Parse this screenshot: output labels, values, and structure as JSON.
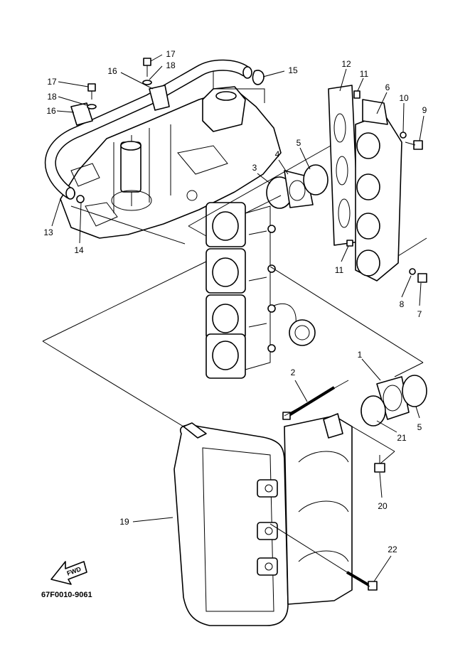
{
  "diagram_code": "67F0010-9061",
  "fwd_label": "FWD",
  "callouts": {
    "c1": "1",
    "c2": "2",
    "c3": "3",
    "c4": "4",
    "c5a": "5",
    "c5b": "5",
    "c6": "6",
    "c7": "7",
    "c8": "8",
    "c9": "9",
    "c10": "10",
    "c11a": "11",
    "c11b": "11",
    "c12": "12",
    "c13": "13",
    "c14": "14",
    "c15": "15",
    "c16a": "16",
    "c16b": "16",
    "c17a": "17",
    "c17b": "17",
    "c18a": "18",
    "c18b": "18",
    "c19": "19",
    "c20": "20",
    "c21": "21",
    "c22": "22"
  }
}
